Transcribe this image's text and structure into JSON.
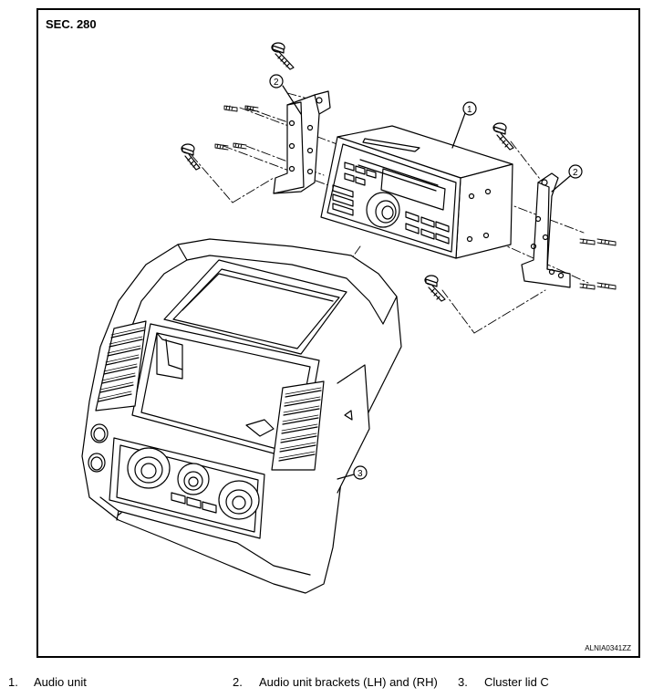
{
  "diagram": {
    "section": "SEC. 280",
    "code": "ALNIA0341ZZ",
    "callouts": [
      "1",
      "2",
      "2",
      "3"
    ]
  },
  "legend": [
    {
      "num": "1.",
      "label": "Audio unit"
    },
    {
      "num": "2.",
      "label": "Audio unit brackets (LH) and (RH)"
    },
    {
      "num": "3.",
      "label": "Cluster lid C"
    }
  ]
}
